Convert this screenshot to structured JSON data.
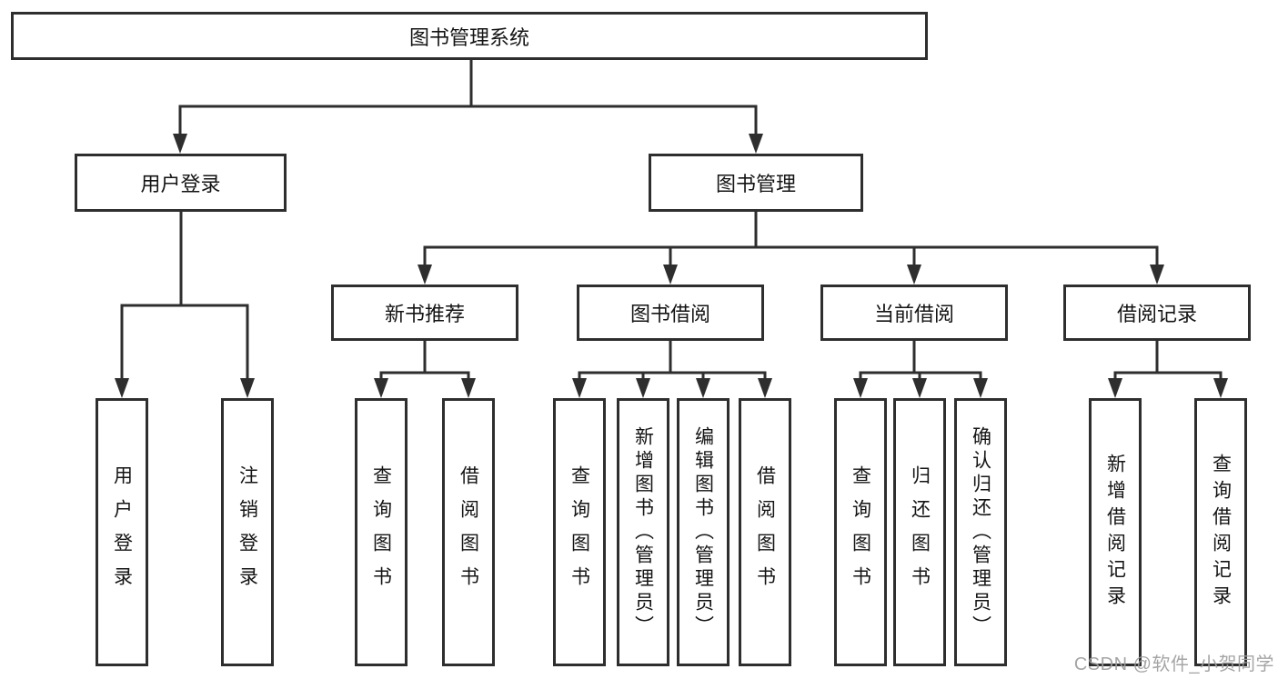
{
  "diagram": {
    "root": {
      "label": "图书管理系统"
    },
    "level2": [
      {
        "label": "用户登录",
        "children": [
          {
            "label": "用户登录"
          },
          {
            "label": "注销登录"
          }
        ]
      },
      {
        "label": "图书管理",
        "children": [
          {
            "label": "新书推荐",
            "children": [
              {
                "label": "查询图书"
              },
              {
                "label": "借阅图书"
              }
            ]
          },
          {
            "label": "图书借阅",
            "children": [
              {
                "label": "查询图书"
              },
              {
                "label": "新增图书（管理员）"
              },
              {
                "label": "编辑图书（管理员）"
              },
              {
                "label": "借阅图书"
              }
            ]
          },
          {
            "label": "当前借阅",
            "children": [
              {
                "label": "查询图书"
              },
              {
                "label": "归还图书"
              },
              {
                "label": "确认归还（管理员）"
              }
            ]
          },
          {
            "label": "借阅记录",
            "children": [
              {
                "label": "新增借阅记录"
              },
              {
                "label": "查询借阅记录"
              }
            ]
          }
        ]
      }
    ],
    "watermark": "CSDN @软件_小贺同学",
    "colors": {
      "line": "#2e2e2e",
      "box_bg": "#ffffff",
      "text": "#141414",
      "watermark": "#9e9e9e"
    }
  }
}
